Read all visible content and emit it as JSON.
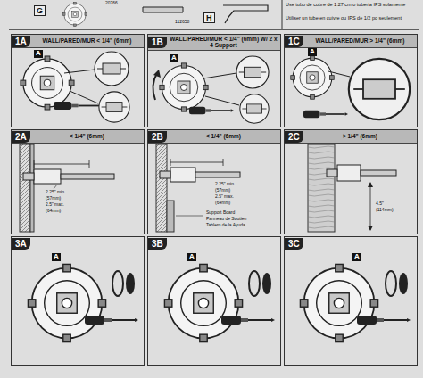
{
  "diagram": {
    "nodes": [
      {
        "text": [
          "1A",
          "WALL/PARED/MUR < 1/4\" (6mm)"
        ]
      },
      {
        "text": [
          "1B",
          "WALL/PARED/MUR < 1/4\" (6mm) W/ 2 x 4 Support"
        ]
      },
      {
        "text": [
          "1C",
          "WALL/PARED/MUR > 1/4\" (6mm)"
        ]
      },
      {
        "text": [
          "2A",
          "< 1/4\" (6mm)"
        ]
      },
      {
        "text": [
          "2B",
          "< 1/4\" (6mm)"
        ]
      },
      {
        "text": [
          "2C",
          "> 1/4\" (6mm)"
        ]
      },
      {
        "text": [
          "3A"
        ]
      },
      {
        "text": [
          "3B"
        ]
      },
      {
        "text": [
          "3C"
        ]
      }
    ],
    "labels": [
      "G",
      "H",
      "20766",
      "112658",
      "Use tubo de cobre de 1.27 cm o tubería IPS solamente",
      "Utiliser un tube en cuivre ou IPS de 1/2 po seulement",
      "A",
      "A",
      "A",
      "A",
      "A",
      "A",
      "2.25\" min.",
      "(57mm)",
      "2.5\" max.",
      "(64mm)",
      "2.25\" min.",
      "(57mm)",
      "2.5\" max.",
      "(64mm)",
      "Support Board",
      "Panneau de Soutien",
      "Tablero de la Ayuda",
      "4.5\"",
      "(114mm)"
    ]
  }
}
